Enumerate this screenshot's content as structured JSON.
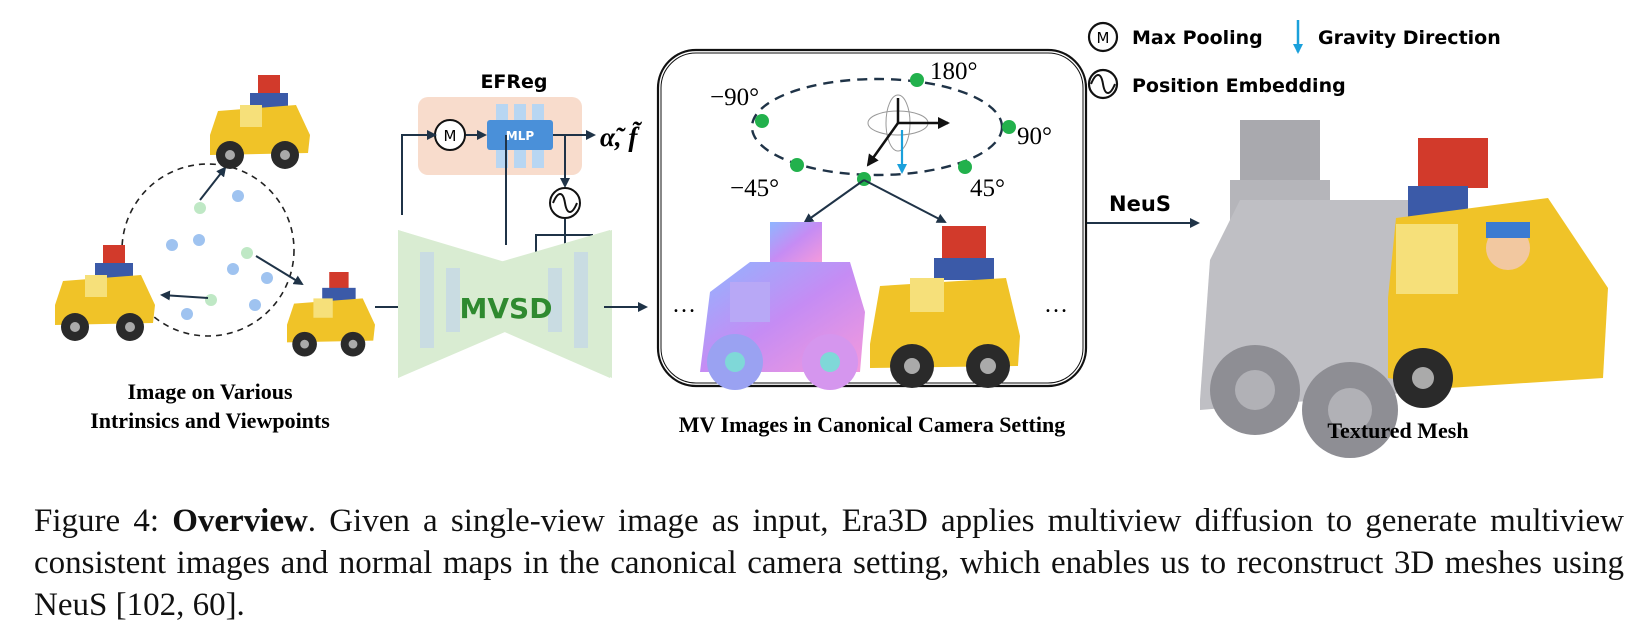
{
  "legend": {
    "max_pooling_symbol": "M",
    "max_pooling": "Max Pooling",
    "gravity_direction": "Gravity Direction",
    "position_embedding": "Position Embedding"
  },
  "input": {
    "label_line1": "Image on Various",
    "label_line2": "Intrinsics and Viewpoints"
  },
  "efreg": {
    "title": "EFReg",
    "max_pool_symbol": "M",
    "mlp_label": "MLP",
    "output_label": "α̃, f̃"
  },
  "mvsd": {
    "label": "MVSD"
  },
  "mv_panel": {
    "angles": {
      "a180": "180°",
      "neg90": "−90°",
      "pos90": "90°",
      "neg45": "−45°",
      "pos45": "45°"
    },
    "ellipsis": "…",
    "label": "MV Images in Canonical Camera Setting"
  },
  "neus_arrow_label": "NeuS",
  "output": {
    "label": "Textured Mesh"
  },
  "caption": {
    "prefix": "Figure 4: ",
    "bold": "Overview",
    "text": ".  Given a single-view image as input, Era3D applies multiview diffusion to generate multiview consistent images and normal maps in the canonical camera setting, which enables us to reconstruct 3D meshes using NeuS [102, 60]."
  },
  "colors": {
    "accent_green": "#22b14c",
    "gravity_blue": "#1aa0db",
    "mlp_blue": "#4a90d9",
    "efreg_bg": "#f8dccc",
    "mvsd_bg": "#d9ecd2",
    "dark_arrow": "#1f3347"
  }
}
